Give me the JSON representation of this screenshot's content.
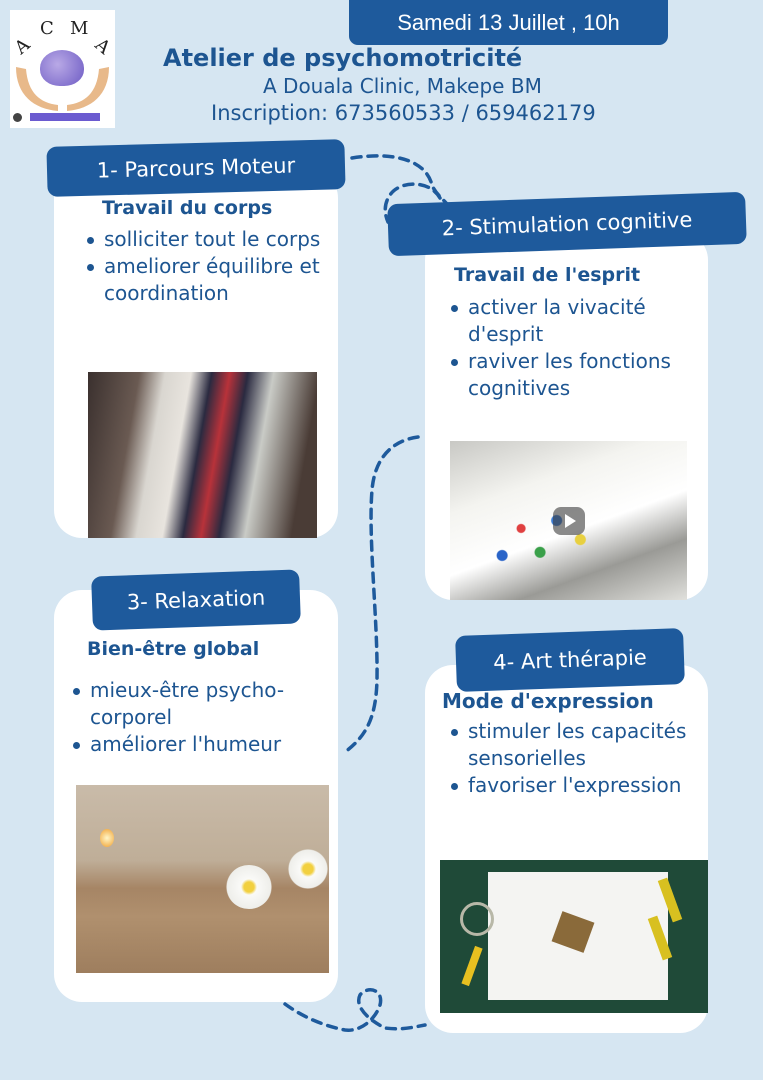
{
  "logo": {
    "letters": [
      "A",
      "C",
      "M",
      "A"
    ],
    "caption_bar_color": "#6b5bd0",
    "icon": "brain-in-hands-icon"
  },
  "header": {
    "date": "Samedi 13 Juillet , 10h",
    "title": "Atelier de psychomotricité",
    "location": "A Douala Clinic, Makepe BM",
    "registration": "Inscription: 673560533 / 659462179"
  },
  "colors": {
    "background": "#d6e6f2",
    "accent": "#1e5a9c",
    "text": "#1d5591",
    "card": "#ffffff"
  },
  "sections": [
    {
      "label": "1- Parcours Moteur",
      "heading": "Travail du corps",
      "bullets": [
        "solliciter tout le corps",
        "ameliorer équilibre et coordination"
      ],
      "photo": "caregiver-assisting-elderly-woman-walking"
    },
    {
      "label": "2- Stimulation cognitive",
      "heading": "Travail de l'esprit",
      "bullets": [
        "activer la vivacité d'esprit",
        "raviver les fonctions cognitives"
      ],
      "photo": "finger-painting-colored-dots-video",
      "video_icon": "play-icon"
    },
    {
      "label": "3- Relaxation",
      "heading": "Bien-être global",
      "bullets": [
        "mieux-être psycho-corporel",
        "améliorer l'humeur"
      ],
      "photo": "spa-towel-with-frangipani-flowers-and-candle"
    },
    {
      "label": "4- Art thérapie",
      "heading": "Mode d'expression",
      "bullets": [
        "stimuler les capacités sensorielles",
        "favoriser l'expression"
      ],
      "photo": "craft-workbench-with-pliers-and-sketches"
    }
  ]
}
